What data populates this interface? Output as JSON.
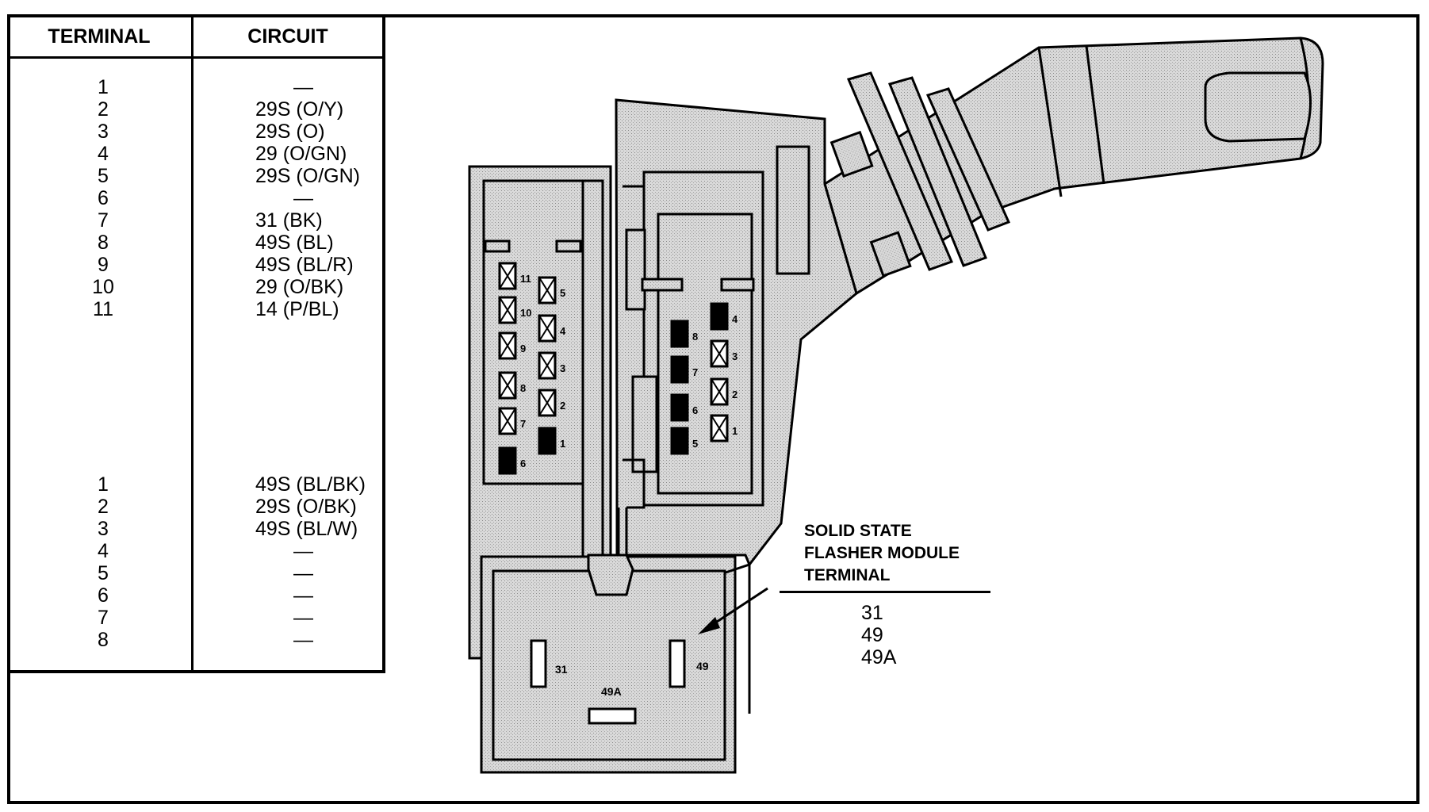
{
  "table": {
    "header_terminal": "TERMINAL",
    "header_circuit": "CIRCUIT",
    "group1": [
      {
        "terminal": "1",
        "circuit": "—"
      },
      {
        "terminal": "2",
        "circuit": "29S (O/Y)"
      },
      {
        "terminal": "3",
        "circuit": "29S (O)"
      },
      {
        "terminal": "4",
        "circuit": "29 (O/GN)"
      },
      {
        "terminal": "5",
        "circuit": "29S (O/GN)"
      },
      {
        "terminal": "6",
        "circuit": "—"
      },
      {
        "terminal": "7",
        "circuit": "31 (BK)"
      },
      {
        "terminal": "8",
        "circuit": "49S (BL)"
      },
      {
        "terminal": "9",
        "circuit": "49S (BL/R)"
      },
      {
        "terminal": "10",
        "circuit": "29 (O/BK)"
      },
      {
        "terminal": "11",
        "circuit": "14 (P/BL)"
      }
    ],
    "group2": [
      {
        "terminal": "1",
        "circuit": "49S (BL/BK)"
      },
      {
        "terminal": "2",
        "circuit": "29S (O/BK)"
      },
      {
        "terminal": "3",
        "circuit": "49S (BL/W)"
      },
      {
        "terminal": "4",
        "circuit": "—"
      },
      {
        "terminal": "5",
        "circuit": "—"
      },
      {
        "terminal": "6",
        "circuit": "—"
      },
      {
        "terminal": "7",
        "circuit": "—"
      },
      {
        "terminal": "8",
        "circuit": "—"
      }
    ]
  },
  "flasher": {
    "title": [
      "SOLID STATE",
      "FLASHER MODULE",
      "TERMINAL"
    ],
    "terminals": [
      "31",
      "49",
      "49A"
    ]
  },
  "connector_a": {
    "left_column": [
      "11",
      "10",
      "9",
      "8",
      "7",
      "6"
    ],
    "right_column": [
      "5",
      "4",
      "3",
      "2",
      "1"
    ]
  },
  "connector_b": {
    "left_column": [
      "8",
      "7",
      "6",
      "5"
    ],
    "right_column": [
      "4",
      "3",
      "2",
      "1"
    ]
  },
  "module_pins": [
    "31",
    "49A",
    "49"
  ],
  "style": {
    "fill_gray": "#d6d6d6",
    "stroke": "#000000"
  }
}
